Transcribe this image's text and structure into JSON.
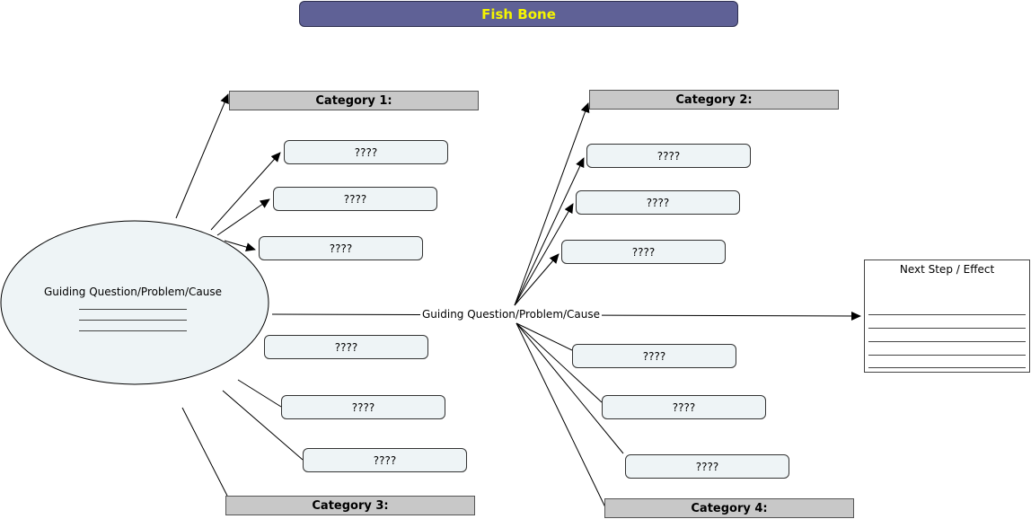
{
  "title": "Fish Bone",
  "categories": {
    "c1": "Category 1:",
    "c2": "Category 2:",
    "c3": "Category 3:",
    "c4": "Category 4:"
  },
  "placeholder": "????",
  "ellipse": {
    "label": "Guiding Question/Problem/Cause",
    "blank_lines": 3
  },
  "spine_label": "Guiding Question/Problem/Cause",
  "next_step": {
    "title": "Next Step / Effect",
    "blank_lines": 5
  },
  "colors": {
    "title_bg": "#5f6196",
    "title_text": "#f5f500",
    "category_bg": "#c8c8c8",
    "box_bg": "#eef4f6",
    "ellipse_bg": "#eef4f6"
  }
}
